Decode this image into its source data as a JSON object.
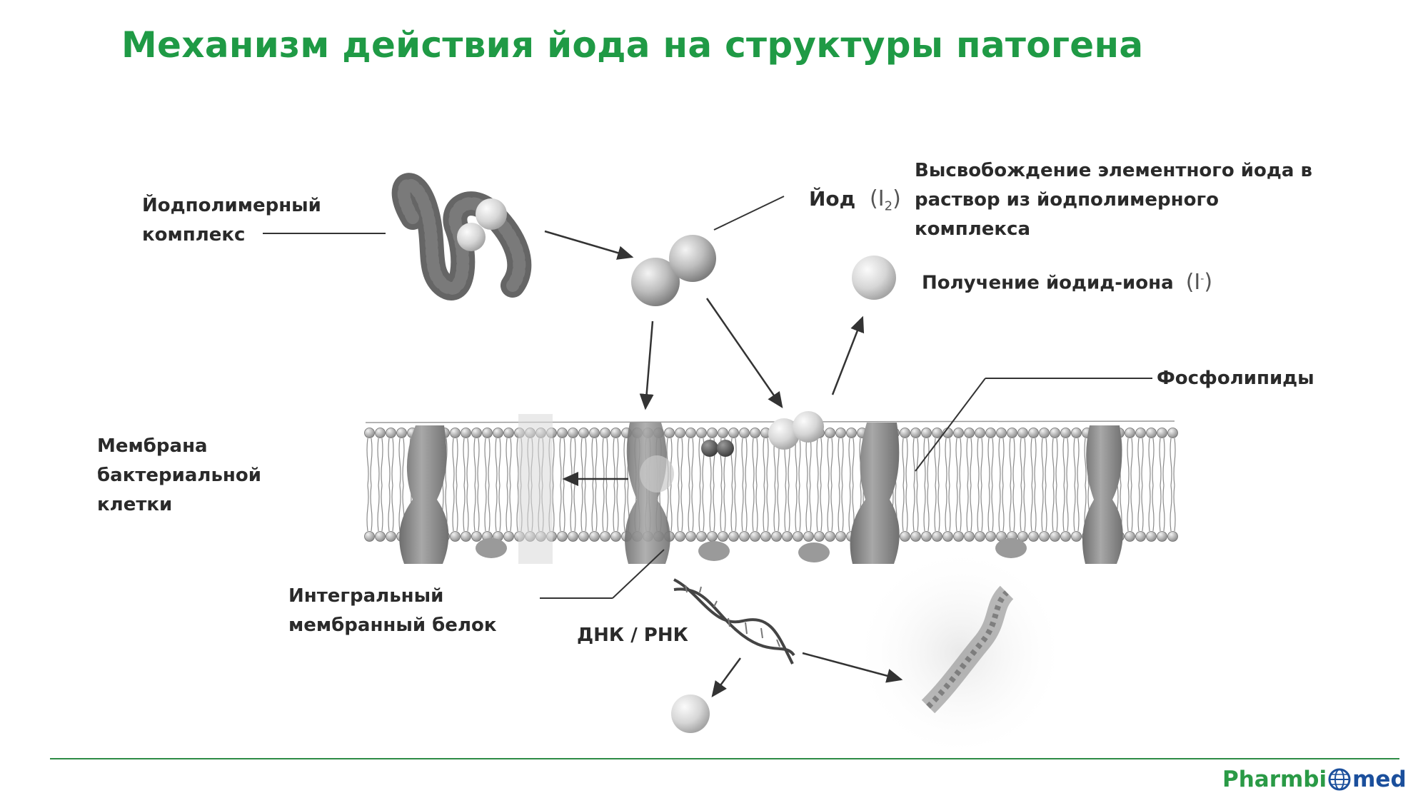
{
  "title": "Механизм действия йода на структуры патогена",
  "labels": {
    "complex_l1": "Йодполимерный",
    "complex_l2": "комплекс",
    "iodine_word": "Йод",
    "iodine_formula": "(I",
    "iodine_sub": "2",
    "iodine_close": ")",
    "release_l1": "Высвобождение элементного йода в",
    "release_l2": "раствор из йодполимерного",
    "release_l3": "комплекса",
    "iodide_text": "Получение йодид-иона",
    "iodide_formula": "(I",
    "iodide_sup": "-",
    "iodide_close": ")",
    "membrane_l1": "Мембрана",
    "membrane_l2": "бактериальной",
    "membrane_l3": "клетки",
    "phospholipids": "Фосфолипиды",
    "protein_l1": "Интегральный",
    "protein_l2": "мембранный белок",
    "dna_rna": "ДНК / РНК"
  },
  "logo": {
    "part1": "Pharmbi",
    "part2": "med"
  },
  "colors": {
    "title": "#1f9a45",
    "footer_line": "#2e8b45",
    "logo_green": "#2a9a46",
    "logo_blue": "#1b4f9c"
  }
}
